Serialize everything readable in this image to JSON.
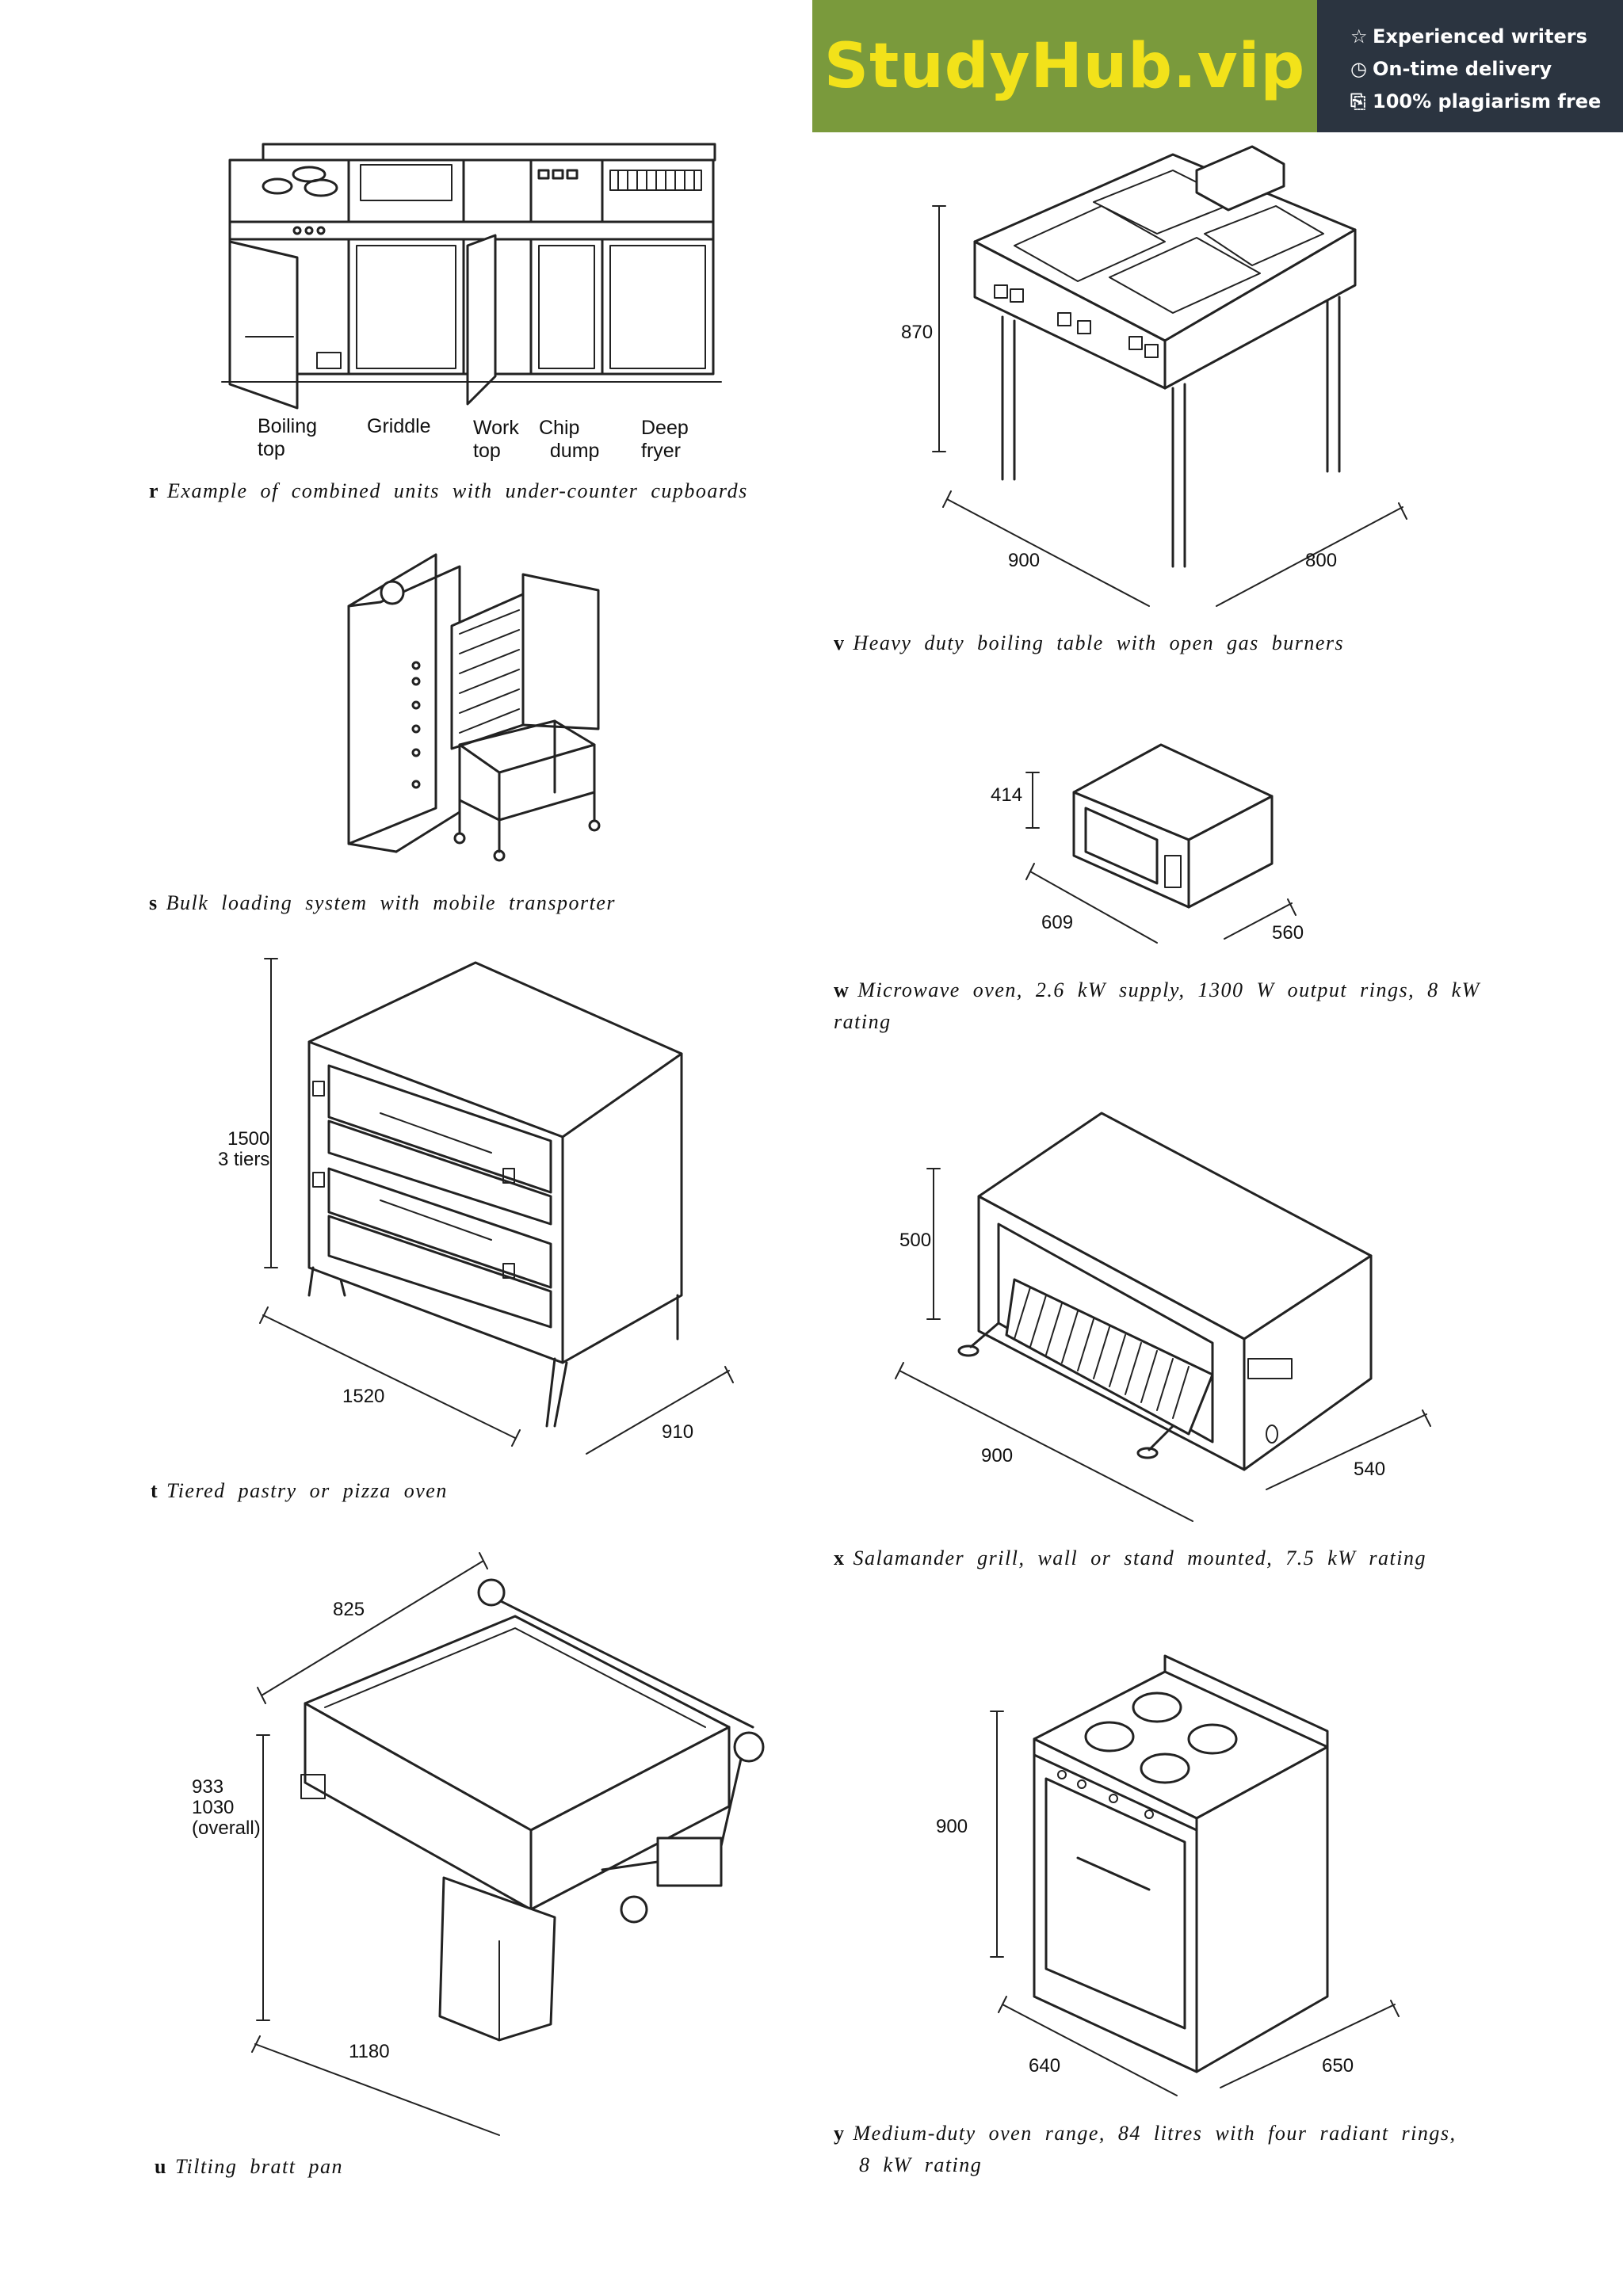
{
  "banner": {
    "brand": "StudyHub.vip",
    "perks": [
      {
        "icon": "star-icon",
        "text": "Experienced writers"
      },
      {
        "icon": "clock-icon",
        "text": "On-time delivery"
      },
      {
        "icon": "document-icon",
        "text": "100% plagiarism free"
      }
    ],
    "colors": {
      "brand_bg": "#7a9a3c",
      "brand_text": "#f2e21a",
      "perks_bg": "#2b3440"
    }
  },
  "figures": {
    "r": {
      "letter": "r",
      "caption": "Example of combined units with under-counter cupboards",
      "labels": {
        "boiling": "Boiling",
        "boiling2": "top",
        "griddle": "Griddle",
        "work": "Work",
        "work2": "top",
        "chip": "Chip",
        "chip2": "dump",
        "deep": "Deep",
        "deep2": "fryer"
      }
    },
    "s": {
      "letter": "s",
      "caption": "Bulk loading system with mobile transporter"
    },
    "t": {
      "letter": "t",
      "caption": "Tiered pastry or pizza oven",
      "dims": {
        "height": "1500",
        "tiers": "3 tiers",
        "width": "1520",
        "depth": "910"
      }
    },
    "u": {
      "letter": "u",
      "caption": "Tilting bratt pan",
      "dims": {
        "depth": "825",
        "height": "933",
        "height2": "1030",
        "overall": "(overall)",
        "width": "1180"
      }
    },
    "v": {
      "letter": "v",
      "caption": "Heavy duty boiling table with open gas burners",
      "dims": {
        "height": "870",
        "width": "900",
        "depth": "800"
      }
    },
    "w": {
      "letter": "w",
      "caption": "Microwave oven, 2.6 kW supply, 1300 W output rings, 8 kW",
      "caption2": "rating",
      "dims": {
        "height": "414",
        "width": "609",
        "depth": "560"
      }
    },
    "x": {
      "letter": "x",
      "caption": "Salamander grill, wall or stand mounted, 7.5 kW rating",
      "dims": {
        "height": "500",
        "width": "900",
        "depth": "540"
      }
    },
    "y": {
      "letter": "y",
      "caption": "Medium-duty oven range, 84 litres with four radiant rings,",
      "caption2": "8 kW rating",
      "dims": {
        "height": "900",
        "width": "640",
        "depth": "650"
      }
    }
  }
}
